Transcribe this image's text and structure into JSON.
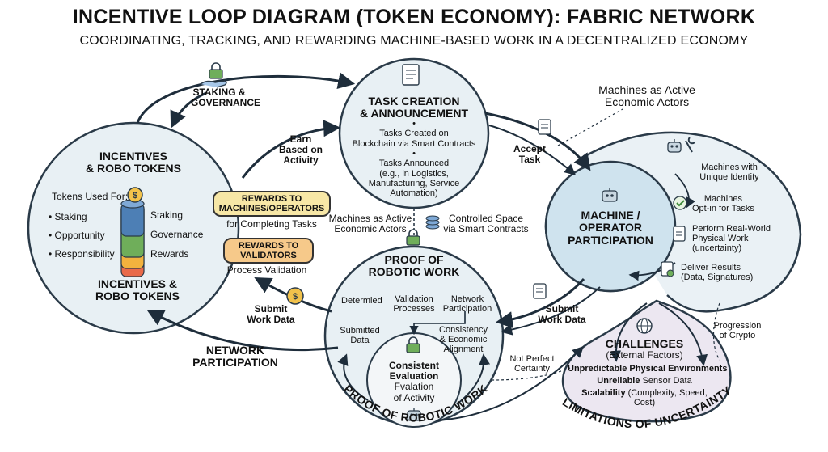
{
  "title": "INCENTIVE LOOP DIAGRAM (TOKEN ECONOMY): FABRIC NETWORK",
  "subtitle": "COORDINATING, TRACKING, AND REWARDING MACHINE-BASED WORK IN A DECENTRALIZED ECONOMY",
  "colors": {
    "circle_fill": "#e8f0f4",
    "machine_fill": "#cfe3ee",
    "challenge_fill": "#ece7f1",
    "pill_yellow": "#f7e7a6",
    "pill_orange": "#f6c98a",
    "ink": "#2a3a48",
    "arrow": "#1e2d3b"
  },
  "staking": {
    "line1": "STAKING &",
    "line2": "GOVERNANCE"
  },
  "earn": {
    "line1": "Earn",
    "line2": "Based on",
    "line3": "Activity"
  },
  "task": {
    "title_line1": "TASK CREATION",
    "title_line2": "& ANNOUNCEMENT",
    "bullet": "•",
    "b1_line1": "Tasks Created on",
    "b1_line2": "Blockchain via Smart Contracts",
    "b2_line1": "Tasks Announced",
    "b2_line2": "(e.g., in Logistics,",
    "b2_line3": "Manufacturing, Service",
    "b2_line4": "Automation)"
  },
  "machines_actors_top": {
    "line1": "Machines as Active",
    "line2": "Economic Actors"
  },
  "accept_task": {
    "line1": "Accept",
    "line2": "Task"
  },
  "incentives": {
    "title_line1": "INCENTIVES",
    "title_line2": "& ROBO TOKENS",
    "tokens_used": "Tokens Used For:",
    "items": [
      "• Staking",
      "• Opportunity",
      "• Responsibility"
    ],
    "stack_labels": [
      "Staking",
      "Governance",
      "Rewards"
    ],
    "bottom_line1": "INCENTIVES &",
    "bottom_line2": "ROBO TOKENS"
  },
  "rewards_machines": {
    "line1": "REWARDS TO",
    "line2": "MACHINES/OPERATORS",
    "note": "for Completing Tasks"
  },
  "rewards_validators": {
    "line1": "REWARDS TO",
    "line2": "VALIDATORS",
    "note": "Process Validation"
  },
  "machines_actors_mid": {
    "line1": "Machines as Active",
    "line2": "Economic Actors"
  },
  "controlled_space": {
    "line1": "Controlled Space",
    "line2": "via Smart Contracts"
  },
  "machine": {
    "title_line1": "MACHINE /",
    "title_line2": "OPERATOR",
    "title_line3": "PARTICIPATION",
    "i1_line1": "Machines with",
    "i1_line2": "Unique Identity",
    "i2_line1": "Machines",
    "i2_line2": "Opt-in for Tasks",
    "i3_line1": "Perform Real-World",
    "i3_line2": "Physical Work",
    "i3_line3": "(uncertainty)",
    "i4_line1": "Deliver Results",
    "i4_line2": "(Data, Signatures)"
  },
  "proof": {
    "title_line1": "PROOF OF",
    "title_line2": "ROBOTIC WORK",
    "determined": "Determied",
    "validation_line1": "Validation",
    "validation_line2": "Processes",
    "network_line1": "Network",
    "network_line2": "Participation",
    "submitted_line1": "Submitted",
    "submitted_line2": "Data",
    "consistency_line1": "Consistency",
    "consistency_line2": "& Economic",
    "consistency_line3": "Alignment",
    "eval_line1": "Consistent",
    "eval_line2": "Evaluation",
    "eval_line3": "Fvalation",
    "eval_line4": "of Activity",
    "arc_label": "PROOF OF ROBOTIC WORK"
  },
  "submit_left": {
    "line1": "Submit",
    "line2": "Work Data"
  },
  "submit_right": {
    "line1": "Submit",
    "line2": "Work Data"
  },
  "network_participation": {
    "line1": "NETWORK",
    "line2": "PARTICIPATION"
  },
  "not_perfect": {
    "line1": "Not Perfect",
    "line2": "Certainty"
  },
  "progression": {
    "line1": "Progression",
    "line2": "of Crypto"
  },
  "challenges": {
    "title": "CHALLENGES",
    "subtitle": "(External Factors)",
    "l1": "Unpredictable Physical Environments",
    "l2_bold": "Unreliable",
    "l2_rest": " Sensor Data",
    "l3_bold": "Scalability",
    "l3_rest": " (Complexity, Speed,",
    "l4": "Cost)",
    "arc_label": "LIMITATIONS OF UNCERTAINTY"
  },
  "icons": [
    "lock-icon",
    "hand-icon",
    "document-icon",
    "coin-icon",
    "robot-icon",
    "wrench-icon",
    "checkmark-icon",
    "clipboard-icon"
  ]
}
